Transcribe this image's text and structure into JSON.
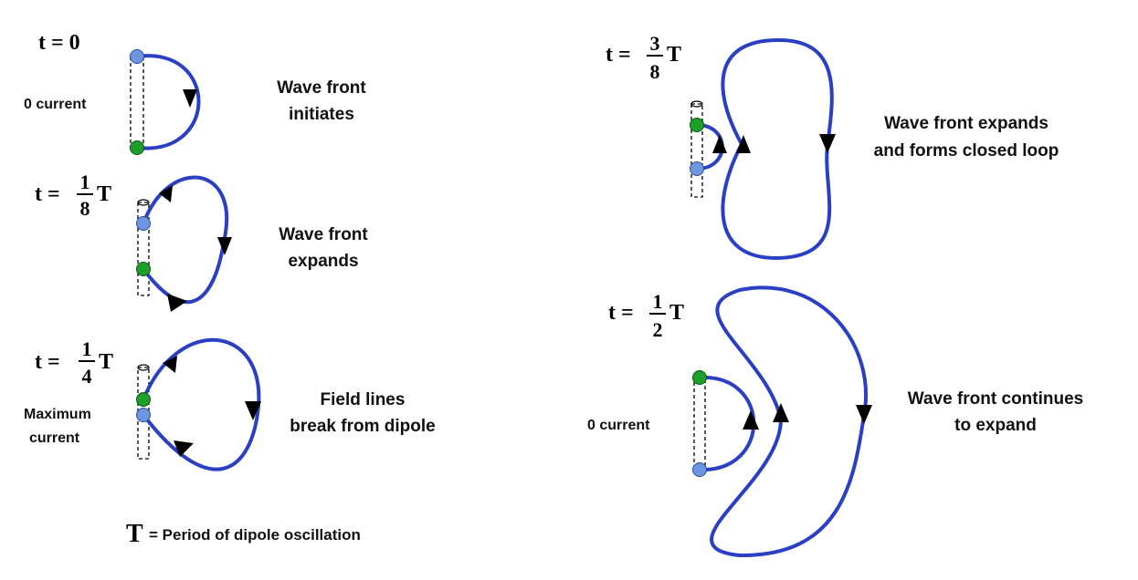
{
  "colors": {
    "field_line": "#2a3fc4",
    "positive_charge": "#1e9e2a",
    "negative_charge": "#6e96e0",
    "arrow": "#000000"
  },
  "panels": [
    {
      "time": "t = 0",
      "note": "0 current",
      "caption": [
        "Wave front",
        "initiates"
      ]
    },
    {
      "time_prefix": "t =",
      "num": "1",
      "den": "8",
      "unit": "T",
      "caption": [
        "Wave front",
        "expands"
      ]
    },
    {
      "time_prefix": "t =",
      "num": "1",
      "den": "4",
      "unit": "T",
      "note": [
        "Maximum",
        "current"
      ],
      "caption": [
        "Field lines",
        "break from dipole"
      ]
    },
    {
      "time_prefix": "t =",
      "num": "3",
      "den": "8",
      "unit": "T",
      "caption": [
        "Wave front expands",
        "and forms closed loop"
      ]
    },
    {
      "time_prefix": "t =",
      "num": "1",
      "den": "2",
      "unit": "T",
      "note": "0 current",
      "caption": [
        "Wave front continues",
        "to expand"
      ]
    }
  ],
  "legend": {
    "symbol": "T",
    "text": "= Period of dipole oscillation"
  }
}
